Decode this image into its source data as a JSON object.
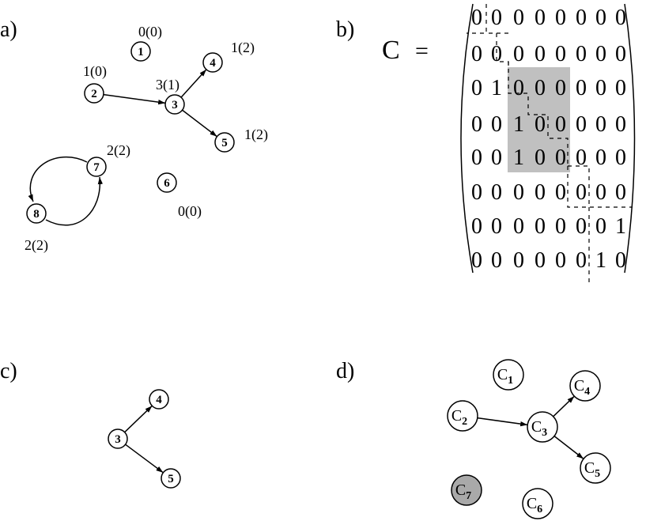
{
  "panels": {
    "a": {
      "label": "a)",
      "nodes": [
        {
          "id": "1",
          "ann": "0(0)"
        },
        {
          "id": "2",
          "ann": "1(0)"
        },
        {
          "id": "3",
          "ann": "3(1)"
        },
        {
          "id": "4",
          "ann": "1(2)"
        },
        {
          "id": "5",
          "ann": "1(2)"
        },
        {
          "id": "6",
          "ann": "0(0)"
        },
        {
          "id": "7",
          "ann": "2(2)"
        },
        {
          "id": "8",
          "ann": "2(2)"
        }
      ],
      "edges": [
        {
          "from": "2",
          "to": "3"
        },
        {
          "from": "3",
          "to": "4"
        },
        {
          "from": "3",
          "to": "5"
        },
        {
          "from": "7",
          "to": "8"
        },
        {
          "from": "8",
          "to": "7"
        }
      ]
    },
    "b": {
      "label": "b)",
      "matrix_label": "C",
      "equals": "=",
      "rows": [
        [
          "0",
          "0",
          "0",
          "0",
          "0",
          "0",
          "0",
          "0"
        ],
        [
          "0",
          "0",
          "0",
          "0",
          "0",
          "0",
          "0",
          "0"
        ],
        [
          "0",
          "1",
          "0",
          "0",
          "0",
          "0",
          "0",
          "0"
        ],
        [
          "0",
          "0",
          "1",
          "0",
          "0",
          "0",
          "0",
          "0"
        ],
        [
          "0",
          "0",
          "1",
          "0",
          "0",
          "0",
          "0",
          "0"
        ],
        [
          "0",
          "0",
          "0",
          "0",
          "0",
          "0",
          "0",
          "0"
        ],
        [
          "0",
          "0",
          "0",
          "0",
          "0",
          "0",
          "0",
          "1"
        ],
        [
          "0",
          "0",
          "0",
          "0",
          "0",
          "0",
          "1",
          "0"
        ]
      ],
      "shade_color": "#c0c0c0"
    },
    "c": {
      "label": "c)",
      "nodes": [
        {
          "id": "3"
        },
        {
          "id": "4"
        },
        {
          "id": "5"
        }
      ],
      "edges": [
        {
          "from": "3",
          "to": "4"
        },
        {
          "from": "3",
          "to": "5"
        }
      ]
    },
    "d": {
      "label": "d)",
      "nodes": [
        {
          "id": "1",
          "letter": "C",
          "sub": "1"
        },
        {
          "id": "2",
          "letter": "C",
          "sub": "2"
        },
        {
          "id": "3",
          "letter": "C",
          "sub": "3"
        },
        {
          "id": "4",
          "letter": "C",
          "sub": "4"
        },
        {
          "id": "5",
          "letter": "C",
          "sub": "5"
        },
        {
          "id": "6",
          "letter": "C",
          "sub": "6"
        },
        {
          "id": "7",
          "letter": "C",
          "sub": "7",
          "fill": "#a9a9a9"
        }
      ],
      "edges": [
        {
          "from": "2",
          "to": "3"
        },
        {
          "from": "3",
          "to": "4"
        },
        {
          "from": "3",
          "to": "5"
        }
      ]
    }
  }
}
